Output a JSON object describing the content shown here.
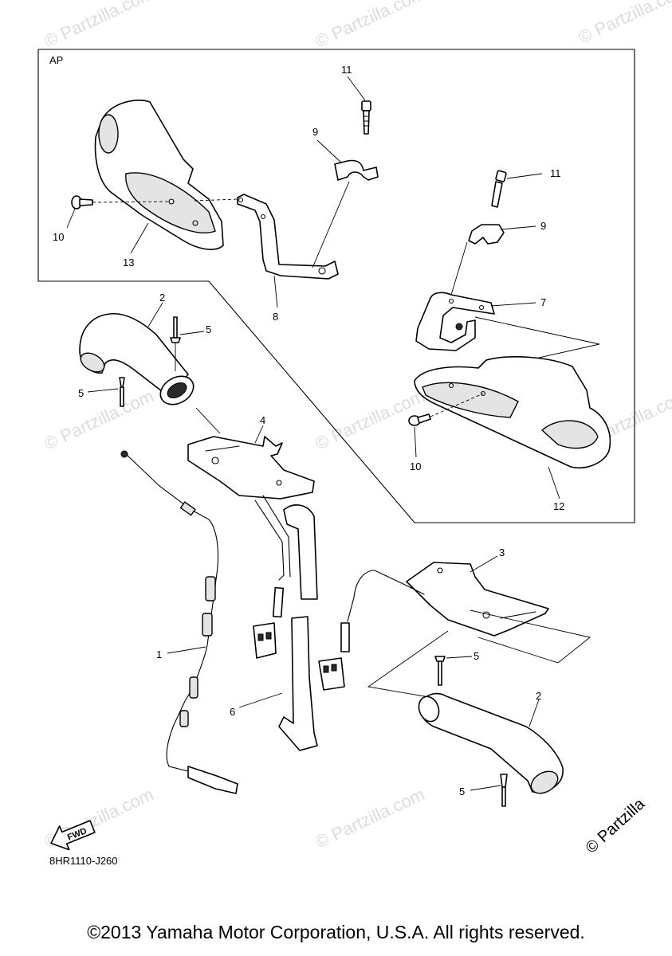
{
  "inset_label": "AP",
  "diagram_code": "8HR1110-J260",
  "fwd_label": "FWD",
  "brand_mark": "© Partzilla",
  "watermark": "© Partzilla.com",
  "copyright": "©2013 Yamaha Motor Corporation, U.S.A. All rights reserved.",
  "callouts": {
    "c1": "1",
    "c2a": "2",
    "c2b": "2",
    "c3": "3",
    "c4": "4",
    "c5a": "5",
    "c5b": "5",
    "c5c": "5",
    "c5d": "5",
    "c6": "6",
    "c7": "7",
    "c8": "8",
    "c9a": "9",
    "c9b": "9",
    "c10a": "10",
    "c10b": "10",
    "c11a": "11",
    "c11b": "11",
    "c12": "12",
    "c13": "13"
  }
}
